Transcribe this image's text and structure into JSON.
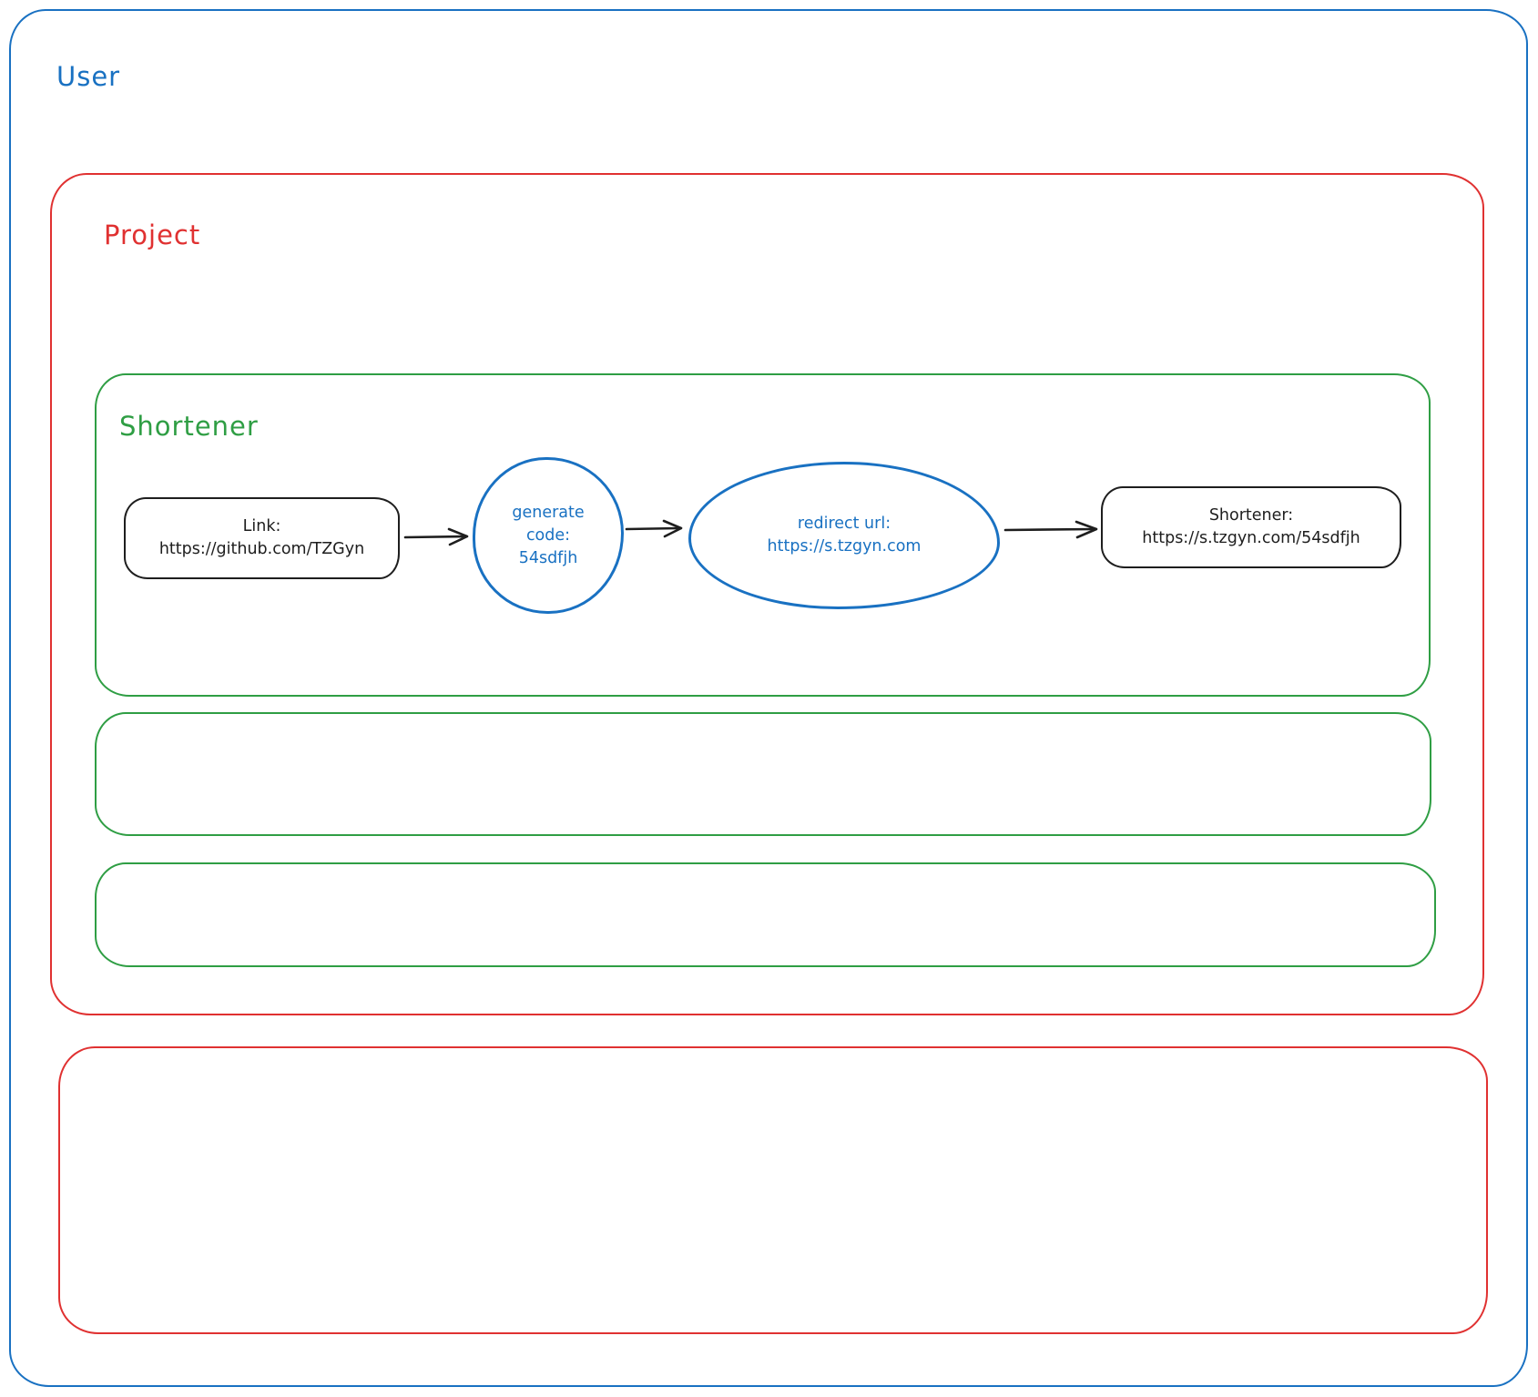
{
  "colors": {
    "blue": "#1971c2",
    "red": "#e03131",
    "green": "#2f9e44",
    "ink": "#1e1e1e"
  },
  "frames": {
    "user": {
      "label": "User"
    },
    "project": {
      "label": "Project"
    },
    "shortener": {
      "label": "Shortener"
    }
  },
  "flow": {
    "link_node": {
      "title": "Link:",
      "url": "https://github.com/TZGyn"
    },
    "generate_code_node": {
      "line1": "generate",
      "line2": "code:",
      "line3": "54sdfjh"
    },
    "redirect_node": {
      "title": "redirect url:",
      "url": "https://s.tzgyn.com"
    },
    "shortener_node": {
      "title": "Shortener:",
      "url": "https://s.tzgyn.com/54sdfjh"
    }
  }
}
